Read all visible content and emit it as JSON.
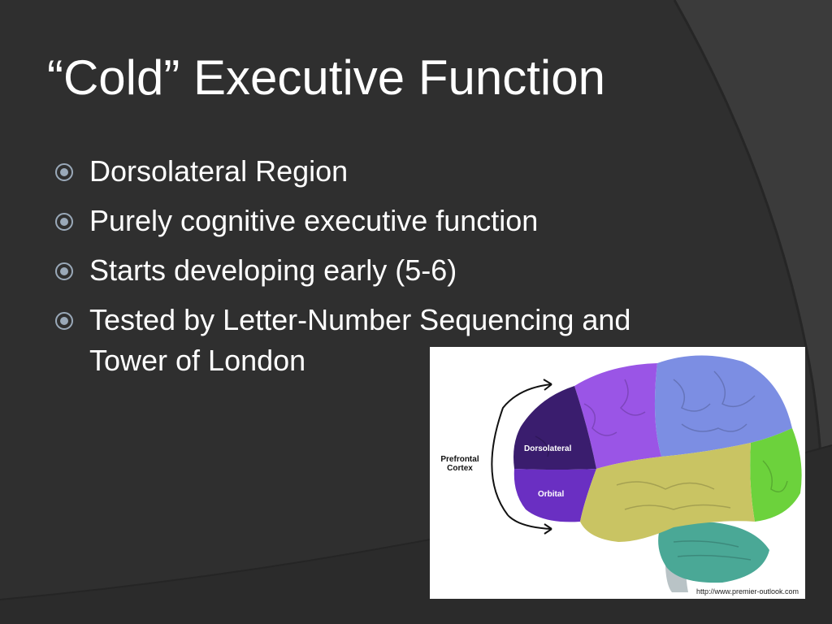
{
  "slide": {
    "title": "“Cold” Executive Function",
    "bullets": [
      {
        "text": "Dorsolateral Region"
      },
      {
        "text": "Purely cognitive executive function"
      },
      {
        "text": "Starts developing early (5-6)"
      },
      {
        "text": "Tested by Letter-Number Sequencing and Tower of London"
      }
    ]
  },
  "figure": {
    "labels": {
      "prefrontal": "Prefrontal Cortex",
      "dorsolateral": "Dorsolateral",
      "orbital": "Orbital"
    },
    "source": "http://www.premier-outlook.com"
  },
  "colors": {
    "background": "#2f2f2f",
    "text": "#ffffff",
    "bullet": "#9aa9b9",
    "dorsolateral": "#3a1d6e",
    "orbital": "#6a2fc2",
    "frontal": "#9a55e6",
    "parietal": "#7c8ee3",
    "temporal": "#c9c463",
    "occipital": "#6cd23c",
    "cerebellum": "#4aa896"
  }
}
